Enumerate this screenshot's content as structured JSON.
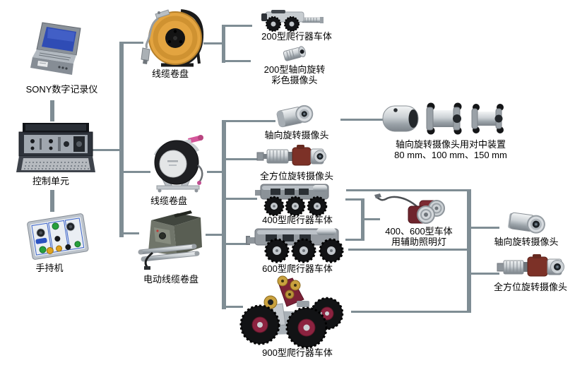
{
  "diagram": {
    "background": "#ffffff",
    "connector_color": "#7f8d94",
    "text_color": "#000000",
    "left_column": {
      "recorder_label": "SONY数字记录仪",
      "control_unit_label": "控制单元",
      "handheld_label": "手持机"
    },
    "reels": {
      "cable_reel_top_label": "线缆卷盘",
      "cable_reel_mid_label": "线缆卷盘",
      "electric_cable_reel_label": "电动线缆卷盘"
    },
    "series200": {
      "crawler_label": "200型爬行器车体",
      "camera_label_line1": "200型轴向旋转",
      "camera_label_line2": "彩色摄像头"
    },
    "middle_column": {
      "axial_camera_label": "轴向旋转摄像头",
      "omni_camera_label": "全方位旋转摄像头",
      "crawler_400_label": "400型爬行器车体",
      "crawler_600_label": "600型爬行器车体",
      "crawler_900_label": "900型爬行器车体"
    },
    "right_column": {
      "centering_device_label_line1": "轴向旋转摄像头用对中装置",
      "centering_device_label_line2": "80 mm、100 mm、150 mm",
      "aux_light_label_line1": "400、600型车体",
      "aux_light_label_line2": "用辅助照明灯",
      "axial_camera_label": "轴向旋转摄像头",
      "omni_camera_label": "全方位旋转摄像头"
    }
  }
}
